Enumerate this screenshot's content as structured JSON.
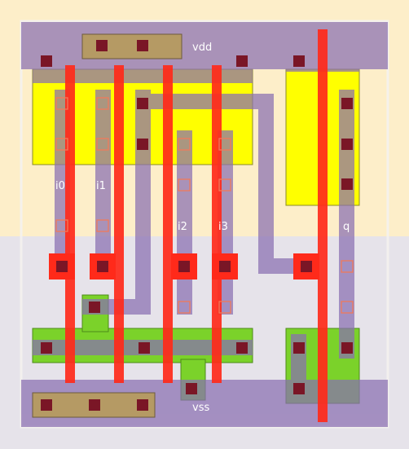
{
  "labels": {
    "vdd": "vdd",
    "vss": "vss",
    "i0": "i0",
    "i1": "i1",
    "i2": "i2",
    "i3": "i3",
    "q": "q"
  }
}
